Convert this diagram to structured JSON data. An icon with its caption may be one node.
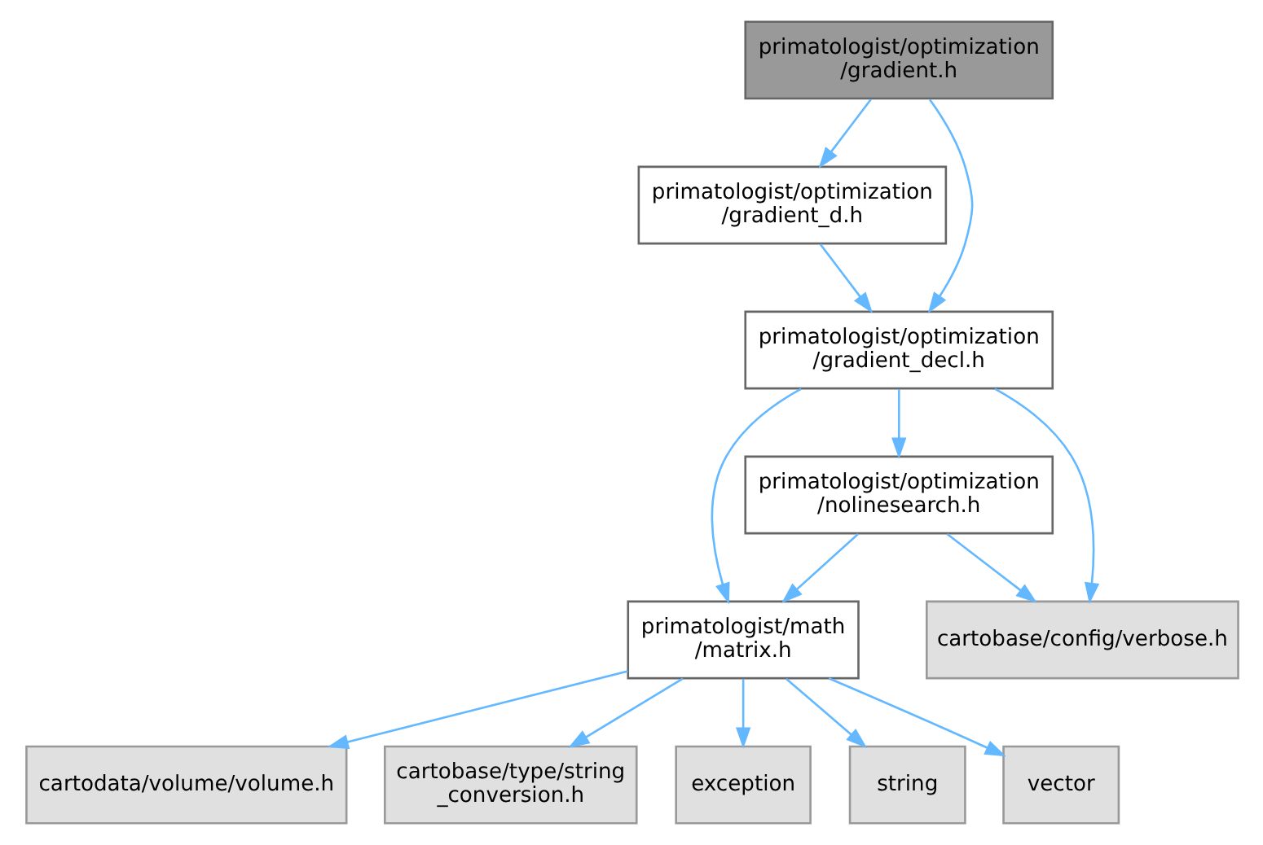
{
  "diagram": {
    "nodes": [
      {
        "text": [
          "primatologist/optimization /gradient.h"
        ]
      },
      {
        "text": [
          "primatologist/optimization /gradient_d.h"
        ]
      },
      {
        "text": [
          "primatologist/optimization /gradient_decl.h"
        ]
      },
      {
        "text": [
          "primatologist/optimization /nolinesearch.h"
        ]
      },
      {
        "text": [
          "primatologist/math /matrix.h"
        ]
      },
      {
        "text": [
          "cartobase/config/verbose.h"
        ]
      },
      {
        "text": [
          "cartodata/volume/volume.h"
        ]
      },
      {
        "text": [
          "cartobase/type/string _conversion.h"
        ]
      },
      {
        "text": [
          "exception"
        ]
      },
      {
        "text": [
          "string"
        ]
      },
      {
        "text": [
          "vector"
        ]
      }
    ],
    "edges": [
      {
        "from": 0,
        "to": 2,
        "arrow": "to"
      },
      {
        "from": 0,
        "to": 1,
        "arrow": "to"
      },
      {
        "from": 1,
        "to": 2,
        "arrow": "to"
      },
      {
        "from": 2,
        "to": 4,
        "arrow": "to"
      },
      {
        "from": 2,
        "to": 3,
        "arrow": "to"
      },
      {
        "from": 2,
        "to": 5,
        "arrow": "to"
      },
      {
        "from": 3,
        "to": 4,
        "arrow": "to"
      },
      {
        "from": 3,
        "to": 5,
        "arrow": "to"
      },
      {
        "from": 4,
        "to": 6,
        "arrow": "to"
      },
      {
        "from": 4,
        "to": 7,
        "arrow": "to"
      },
      {
        "from": 4,
        "to": 8,
        "arrow": "to"
      },
      {
        "from": 4,
        "to": 9,
        "arrow": "to"
      },
      {
        "from": 4,
        "to": 10,
        "arrow": "to"
      }
    ]
  }
}
